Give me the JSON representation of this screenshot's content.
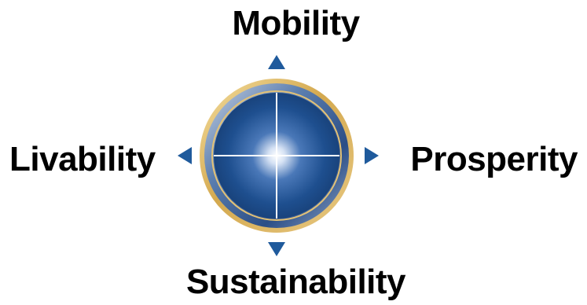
{
  "directions": {
    "top": "Mobility",
    "left": "Livability",
    "right": "Prosperity",
    "bottom": "Sustainability"
  },
  "colors": {
    "arrow": "#1f5a9c",
    "compass_outer_ring": "#d8b36a",
    "compass_body": "#1e4f8f",
    "compass_highlight": "#ffffff",
    "label_text": "#000000"
  },
  "icons": {
    "center": "compass-icon",
    "arrows": "triangle-arrow-icon"
  }
}
